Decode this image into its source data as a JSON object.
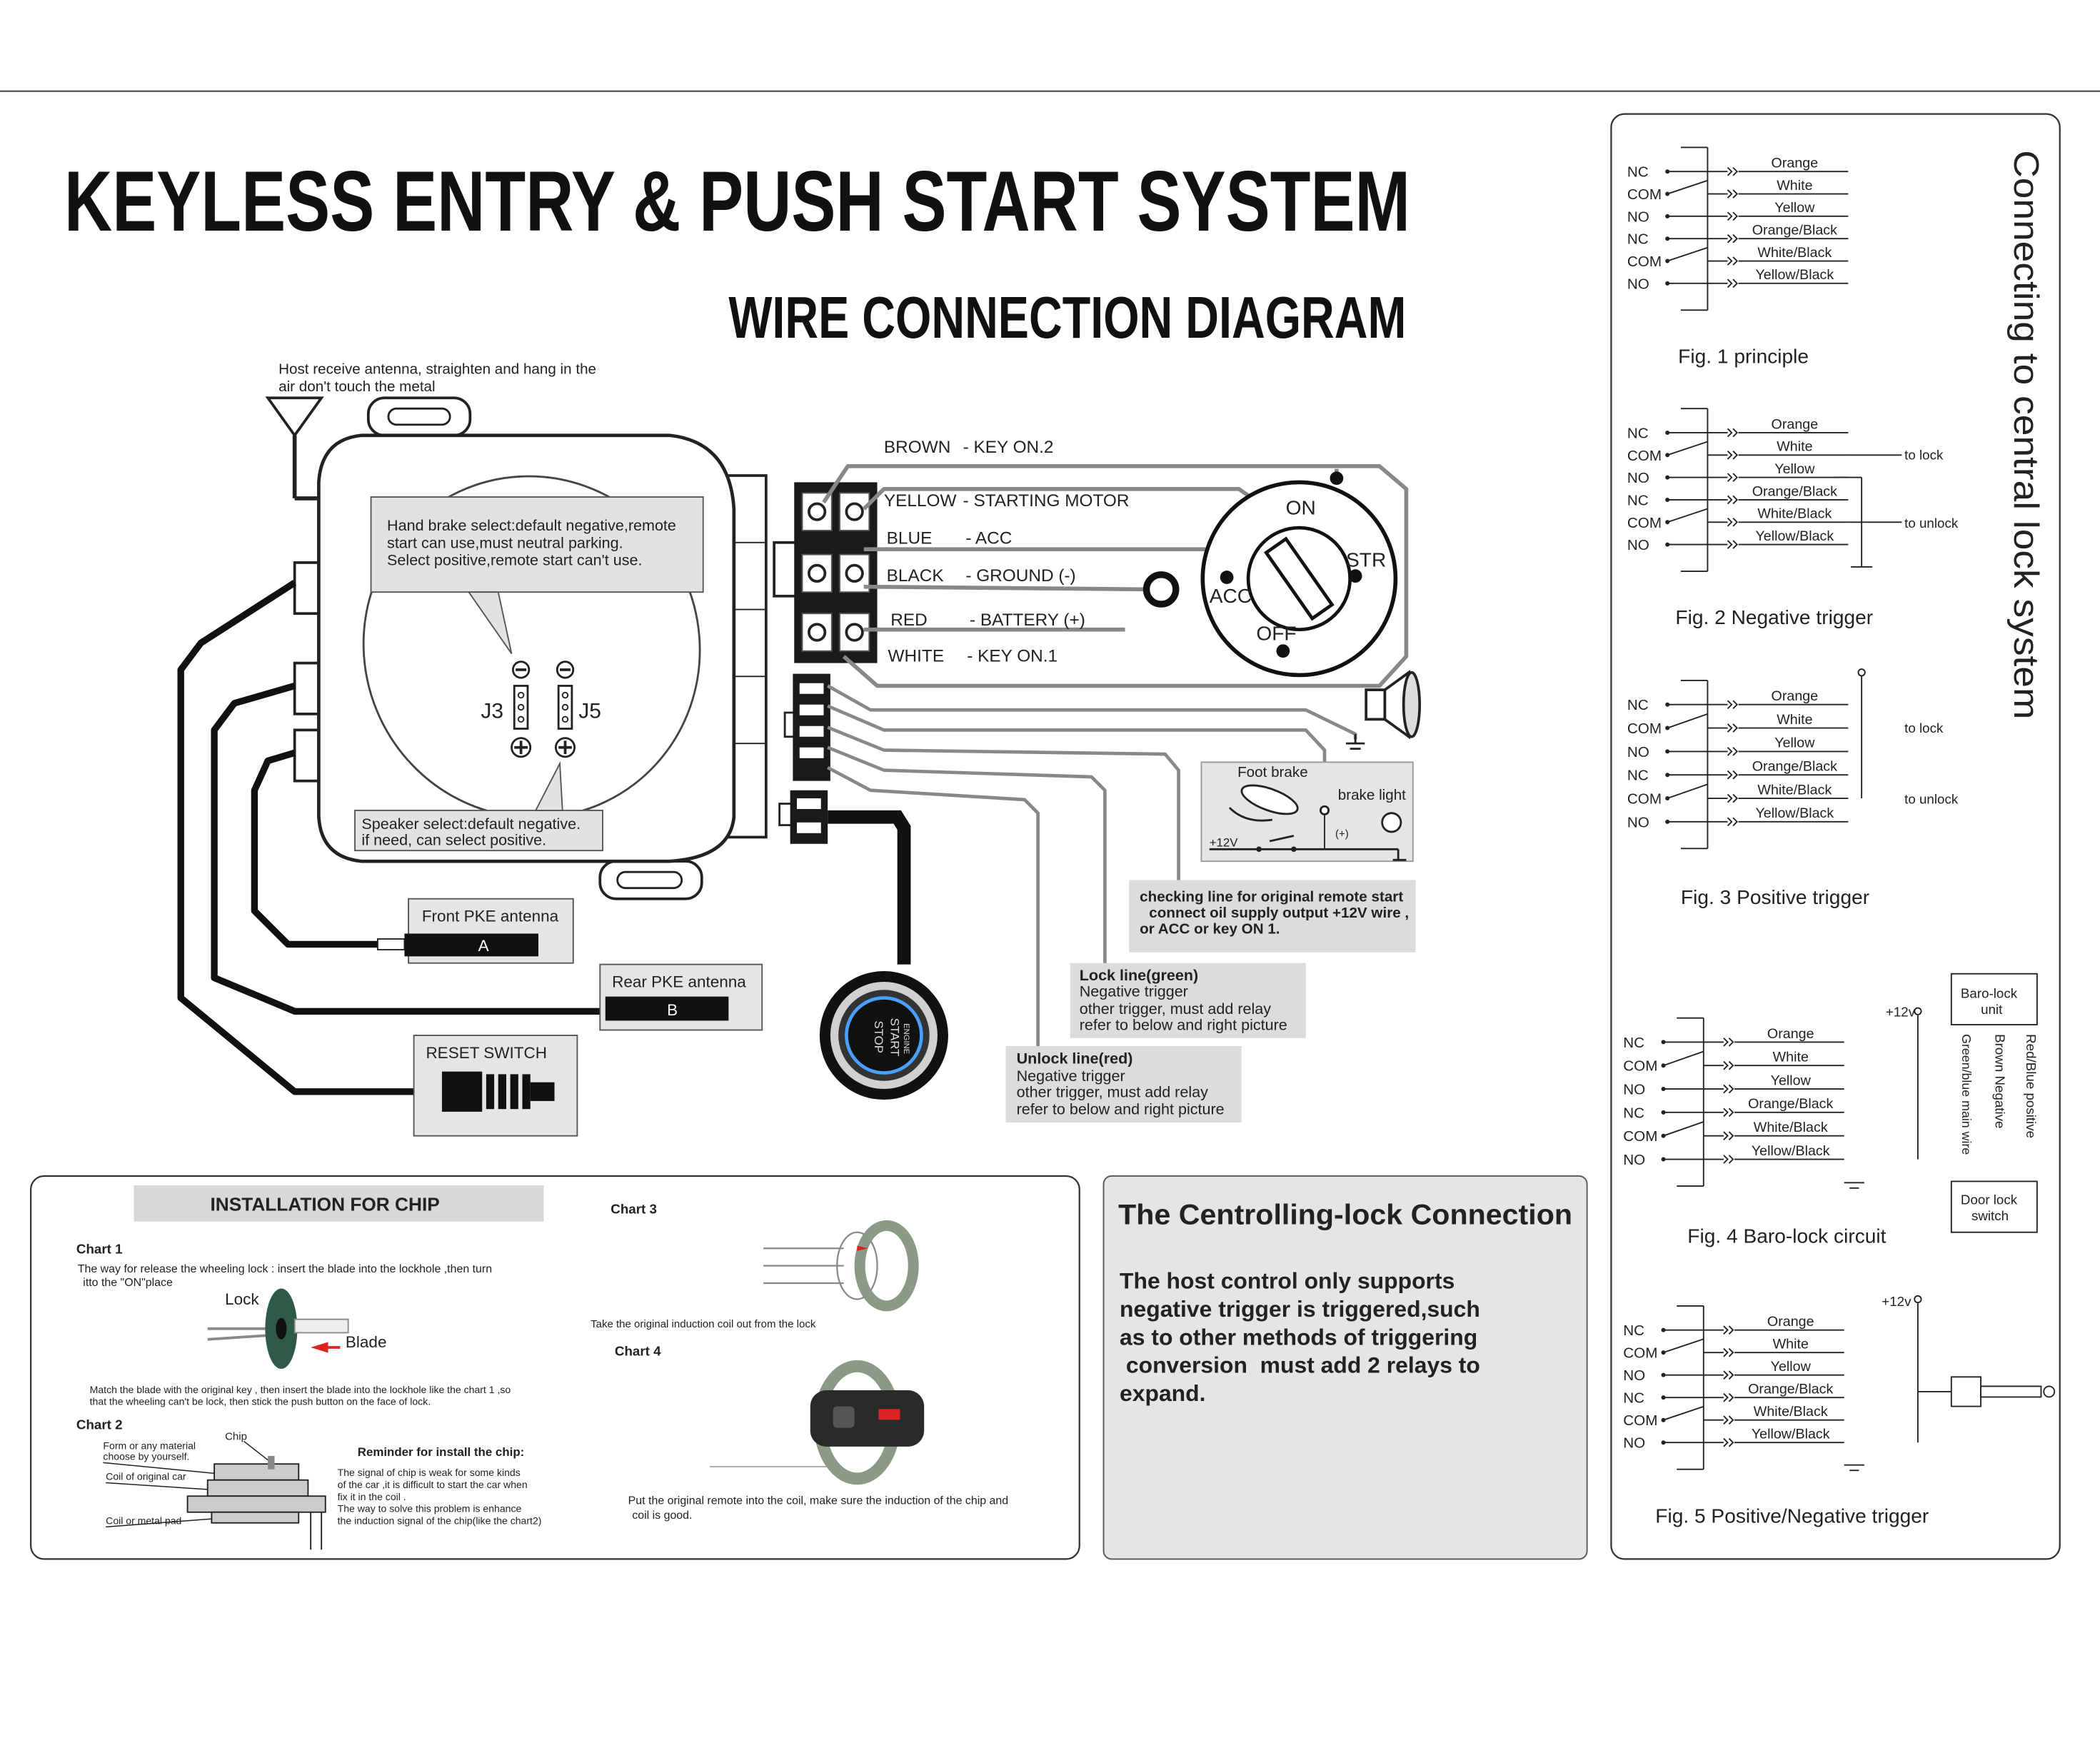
{
  "header": {
    "title": "KEYLESS  ENTRY & PUSH  START  SYSTEM",
    "subtitle": "WIRE CONNECTION DIAGRAM"
  },
  "main_diagram": {
    "antenna_note_1": "Host receive antenna, straighten and hang in the",
    "antenna_note_2": "air don't touch the metal",
    "hand_brake_1": "Hand brake select:default negative,remote",
    "hand_brake_2": "start can use,must neutral parking.",
    "hand_brake_3": "Select positive,remote start can't use.",
    "j3": "J3",
    "j5": "J5",
    "speaker_1": "Speaker select:default negative.",
    "speaker_2": "if need, can select positive.",
    "wires": [
      {
        "color": "BROWN",
        "label": "- KEY ON.2"
      },
      {
        "color": "YELLOW",
        "label": "- STARTING MOTOR"
      },
      {
        "color": "BLUE",
        "label": "- ACC"
      },
      {
        "color": "BLACK",
        "label": "- GROUND (-)"
      },
      {
        "color": "RED",
        "label": "- BATTERY (+)"
      },
      {
        "color": "WHITE",
        "label": "- KEY ON.1"
      }
    ],
    "ignition": {
      "on": "ON",
      "str": "STR",
      "acc": "ACC",
      "off": "OFF"
    },
    "foot_brake": "Foot brake",
    "brake_light": "brake light",
    "plus12v": "+12V",
    "plus_sign": "(+)",
    "checking_1": "checking line for original remote start",
    "checking_2": "connect oil supply output +12V wire ,",
    "checking_3": "or ACC or key ON 1.",
    "lock_title": "Lock line(green)",
    "lock_1": "Negative trigger",
    "lock_2": "other trigger, must add relay",
    "lock_3": "refer to below and right picture",
    "unlock_title": "Unlock line(red)",
    "unlock_1": "Negative trigger",
    "unlock_2": "other trigger, must add relay",
    "unlock_3": "refer to below and right picture",
    "front_pke": "Front PKE antenna",
    "front_letter": "A",
    "rear_pke": "Rear PKE antenna",
    "rear_letter": "B",
    "reset": "RESET SWITCH",
    "engine_1": "ENGINE",
    "engine_2": "START",
    "engine_3": "STOP"
  },
  "chip": {
    "title": "INSTALLATION FOR CHIP",
    "chart1": "Chart  1",
    "chart1_text_1": "The way for release the wheeling lock : insert the blade into the lockhole ,then turn",
    "chart1_text_2": "itto the \"ON\"place",
    "lock": "Lock",
    "blade": "Blade",
    "match_1": "Match the blade with the original key , then insert the blade into the lockhole like the chart 1 ,so",
    "match_2": "that the wheeling can't be lock, then stick the push button on the face of lock.",
    "chart2": "Chart  2",
    "chip_label": "Chip",
    "form_1": "Form or any material",
    "form_2": "choose by yourself.",
    "coil_car": "Coil of original car",
    "coil_pad": "Coil or metal pad",
    "reminder_title": "Reminder for install the chip:",
    "reminder_1": "The signal of chip is weak for some kinds",
    "reminder_2": "of the car ,it is difficult to start the car when",
    "reminder_3": "fix it in the coil .",
    "reminder_4": "The way to solve this problem is enhance",
    "reminder_5": "the induction signal of the chip(like the chart2)",
    "chart3": "Chart  3",
    "chart3_text": "Take the original induction coil  out from the lock",
    "chart4": "Chart  4",
    "chart4_text_1": "Put the original remote into the coil, make sure the induction of the chip and",
    "chart4_text_2": "coil is good."
  },
  "central_lock": {
    "title": "The Centrolling-lock Connection",
    "body": [
      "The host control only supports",
      "negative trigger is triggered,such",
      "as to other methods of triggering",
      " conversion  must add 2 relays to",
      "expand."
    ]
  },
  "right_panel": {
    "vertical_title": "Connecting to central lock system",
    "pins": [
      "NC",
      "COM",
      "NO",
      "NC",
      "COM",
      "NO"
    ],
    "wire_colors": [
      "Orange",
      "White",
      "Yellow",
      "Orange/Black",
      "White/Black",
      "Yellow/Black"
    ],
    "to_lock": "to lock",
    "to_unlock": "to unlock",
    "plus12v": "+12v",
    "baro_unit_1": "Baro-lock",
    "baro_unit_2": "unit",
    "door_switch_1": "Door lock",
    "door_switch_2": "switch",
    "baro_wire_1": "Green/blue  main wire",
    "baro_wire_2": "Brown    Negative",
    "baro_wire_3": "Red/Blue  positive",
    "fig1": "Fig. 1  principle",
    "fig2": "Fig. 2  Negative trigger",
    "fig3": "Fig. 3  Positive trigger",
    "fig4": "Fig. 4  Baro-lock circuit",
    "fig5": "Fig. 5  Positive/Negative trigger"
  }
}
